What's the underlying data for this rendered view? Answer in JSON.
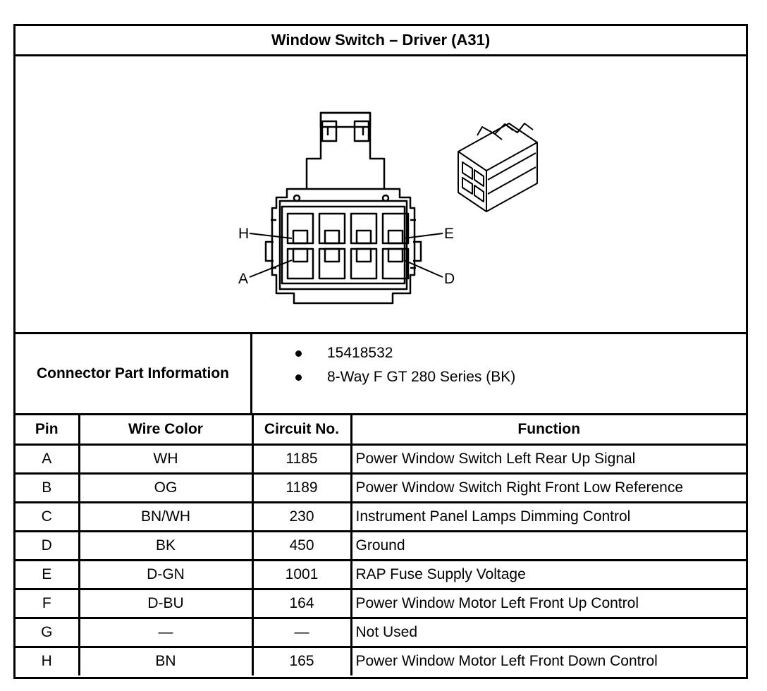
{
  "title": "Window Switch – Driver (A31)",
  "diagram": {
    "pin_callouts": [
      "H",
      "E",
      "A",
      "D"
    ]
  },
  "connector_info": {
    "label": "Connector Part Information",
    "items": [
      "15418532",
      "8-Way F GT 280 Series (BK)"
    ]
  },
  "table": {
    "headers": [
      "Pin",
      "Wire Color",
      "Circuit No.",
      "Function"
    ],
    "rows": [
      {
        "pin": "A",
        "wire_color": "WH",
        "circuit": "1185",
        "function": "Power Window Switch Left Rear Up Signal"
      },
      {
        "pin": "B",
        "wire_color": "OG",
        "circuit": "1189",
        "function": "Power Window Switch Right Front Low Reference"
      },
      {
        "pin": "C",
        "wire_color": "BN/WH",
        "circuit": "230",
        "function": "Instrument Panel Lamps Dimming Control"
      },
      {
        "pin": "D",
        "wire_color": "BK",
        "circuit": "450",
        "function": "Ground"
      },
      {
        "pin": "E",
        "wire_color": "D-GN",
        "circuit": "1001",
        "function": "RAP Fuse Supply Voltage"
      },
      {
        "pin": "F",
        "wire_color": "D-BU",
        "circuit": "164",
        "function": "Power Window Motor Left Front Up Control"
      },
      {
        "pin": "G",
        "wire_color": "—",
        "circuit": "—",
        "function": "Not Used"
      },
      {
        "pin": "H",
        "wire_color": "BN",
        "circuit": "165",
        "function": "Power Window Motor Left Front Down Control"
      }
    ]
  }
}
